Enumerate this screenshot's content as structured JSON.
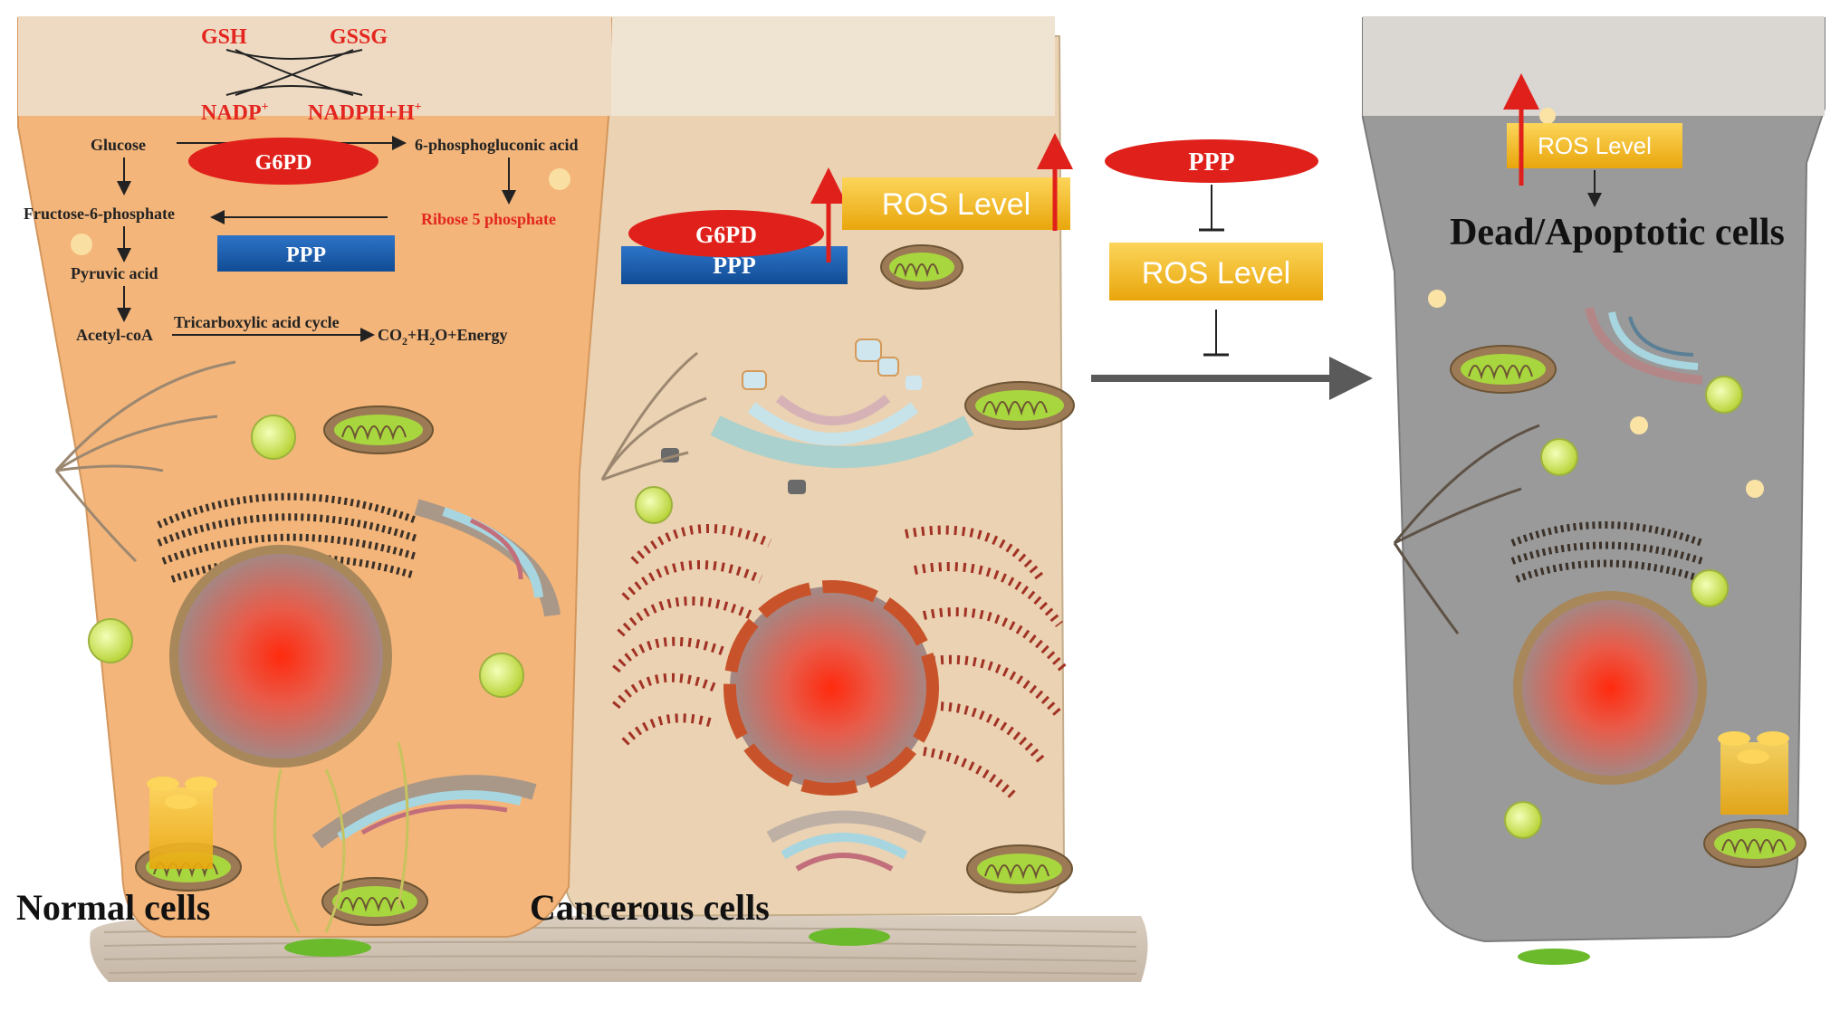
{
  "panels": {
    "normal": {
      "label": "Normal cells"
    },
    "cancer": {
      "label": "Cancerous cells"
    },
    "dead": {
      "label": "Dead/Apoptotic cells"
    }
  },
  "glutathione": {
    "gsh": "GSH",
    "gssg": "GSSG",
    "nadp": "NADP",
    "nadp_sup": "+",
    "nadph": "NADPH+H",
    "nadph_sup": "+"
  },
  "pathway": {
    "glucose": "Glucose",
    "g6pd": "G6PD",
    "phosphogluconic": "6-phosphogluconic acid",
    "ribose": "Ribose 5 phosphate",
    "fructose": "Fructose-6-phosphate",
    "ppp": "PPP",
    "pyruvic": "Pyruvic acid",
    "acetyl": "Acetyl-coA",
    "tca": "Tricarboxylic acid cycle",
    "energy_a": "CO",
    "energy_sub1": "2",
    "energy_b": "+H",
    "energy_sub2": "2",
    "energy_c": "O+Energy"
  },
  "cancer_labels": {
    "g6pd": "G6PD",
    "ppp": "PPP",
    "ros": "ROS Level"
  },
  "middle": {
    "ppp": "PPP",
    "ros": "ROS Level"
  },
  "dead_labels": {
    "ros": "ROS Level"
  },
  "colors": {
    "normal_cell": "#f3b57a",
    "cancer_cell": "#ead2b2",
    "dead_cell": "#9a9a9a",
    "g6pd_red": "#e0201a",
    "ppp_blue": "#1a5fb0",
    "ros_yellow": "#f2b51c",
    "label_red": "#e3261f",
    "arrow_gray": "#5a5a5a"
  }
}
